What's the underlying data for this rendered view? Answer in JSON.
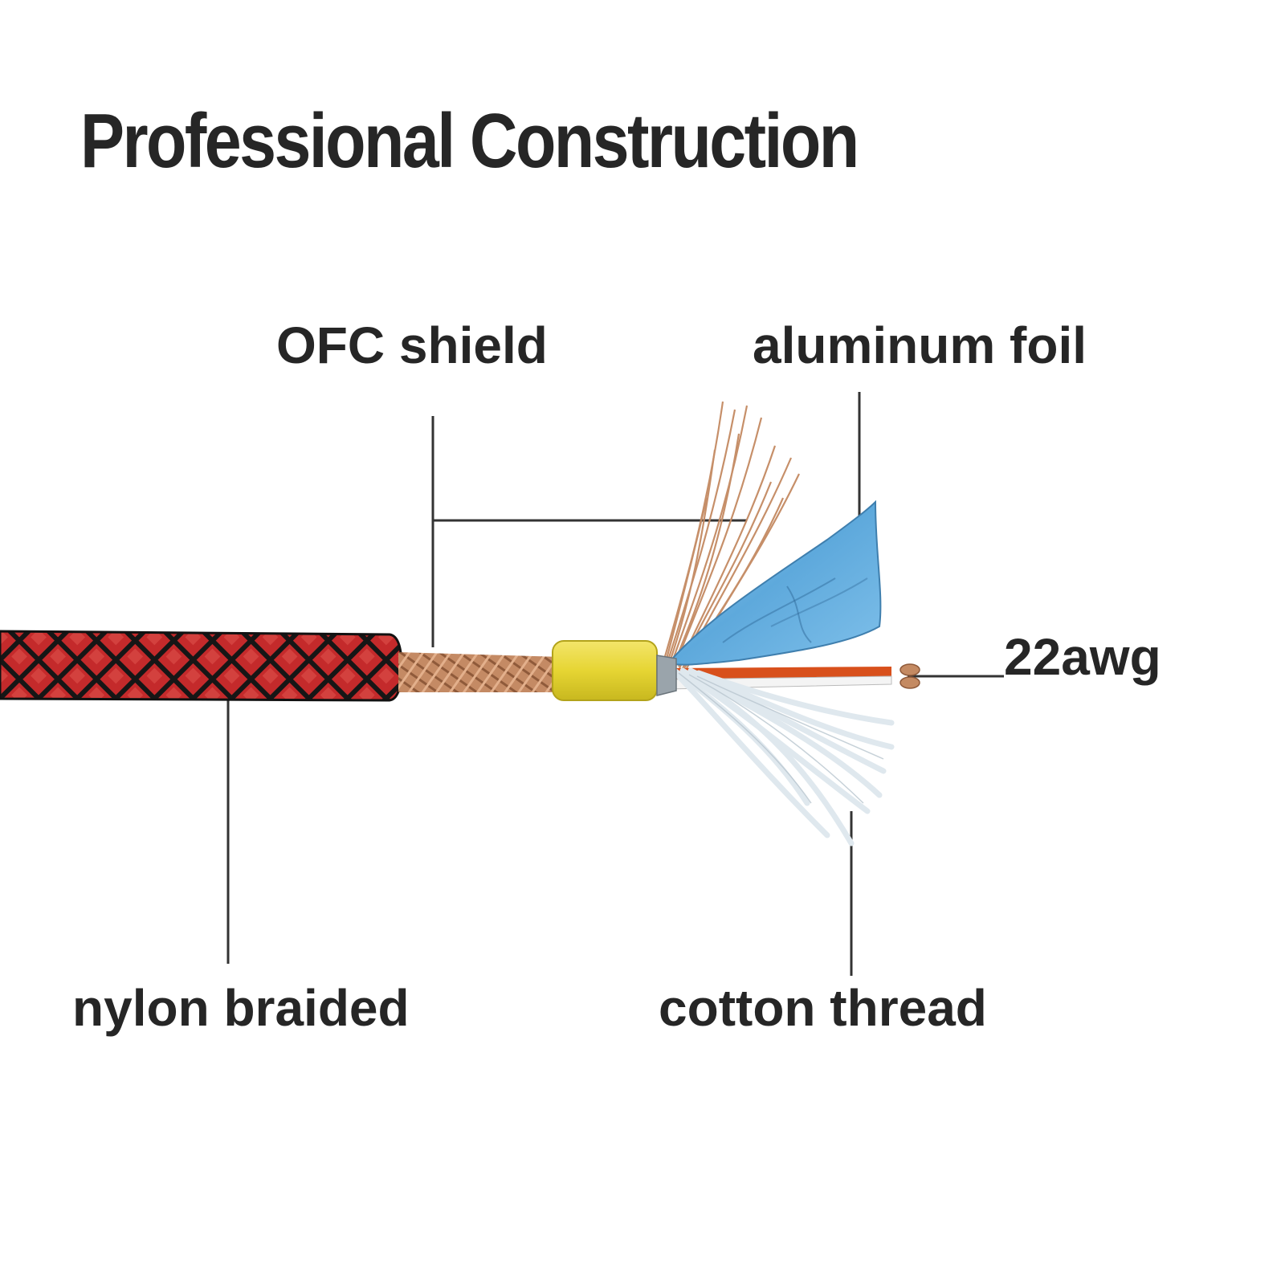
{
  "title": "Professional Construction",
  "labels": {
    "ofc_shield": "OFC shield",
    "aluminum_foil": "aluminum foil",
    "awg": "22awg",
    "nylon_braided": "nylon braided",
    "cotton_thread": "cotton thread"
  },
  "colors": {
    "text": "#262626",
    "leader_line": "#333333",
    "jacket_red": "#d0312f",
    "jacket_black": "#1a1a1a",
    "copper": "#c98e68",
    "sleeve_yellow": "#e8d83a",
    "foil_blue": "#6fb2df",
    "conductor_red": "#d8501c",
    "cotton_white": "#e9eff2"
  }
}
